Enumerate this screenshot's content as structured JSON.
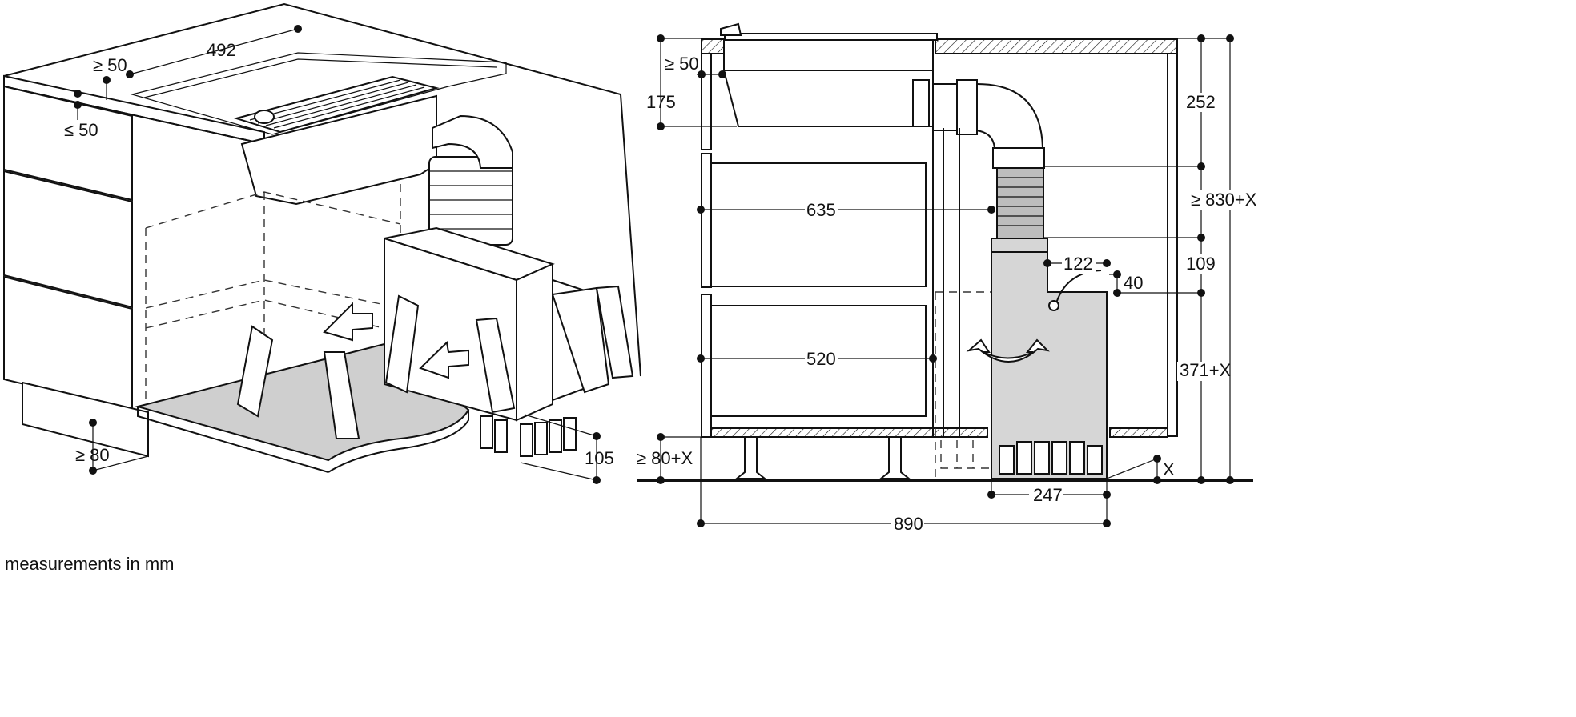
{
  "left_view": {
    "dims": {
      "width_492": "492",
      "gap_ge50": "≥ 50",
      "gap_le50": "≤ 50",
      "plinth_ge80": "≥ 80",
      "depth_105": "105"
    }
  },
  "right_view": {
    "dims": {
      "top_ge50": "≥ 50",
      "h175": "175",
      "w635": "635",
      "w520": "520",
      "h252": "252",
      "h_ge830x": "≥ 830+X",
      "h109": "109",
      "w122": "122",
      "h40": "40",
      "h371x": "371+X",
      "plinth_ge80x": "≥ 80+X",
      "x_label": "X",
      "w247": "247",
      "w890": "890"
    }
  },
  "footer": {
    "units_note": "measurements in mm"
  }
}
